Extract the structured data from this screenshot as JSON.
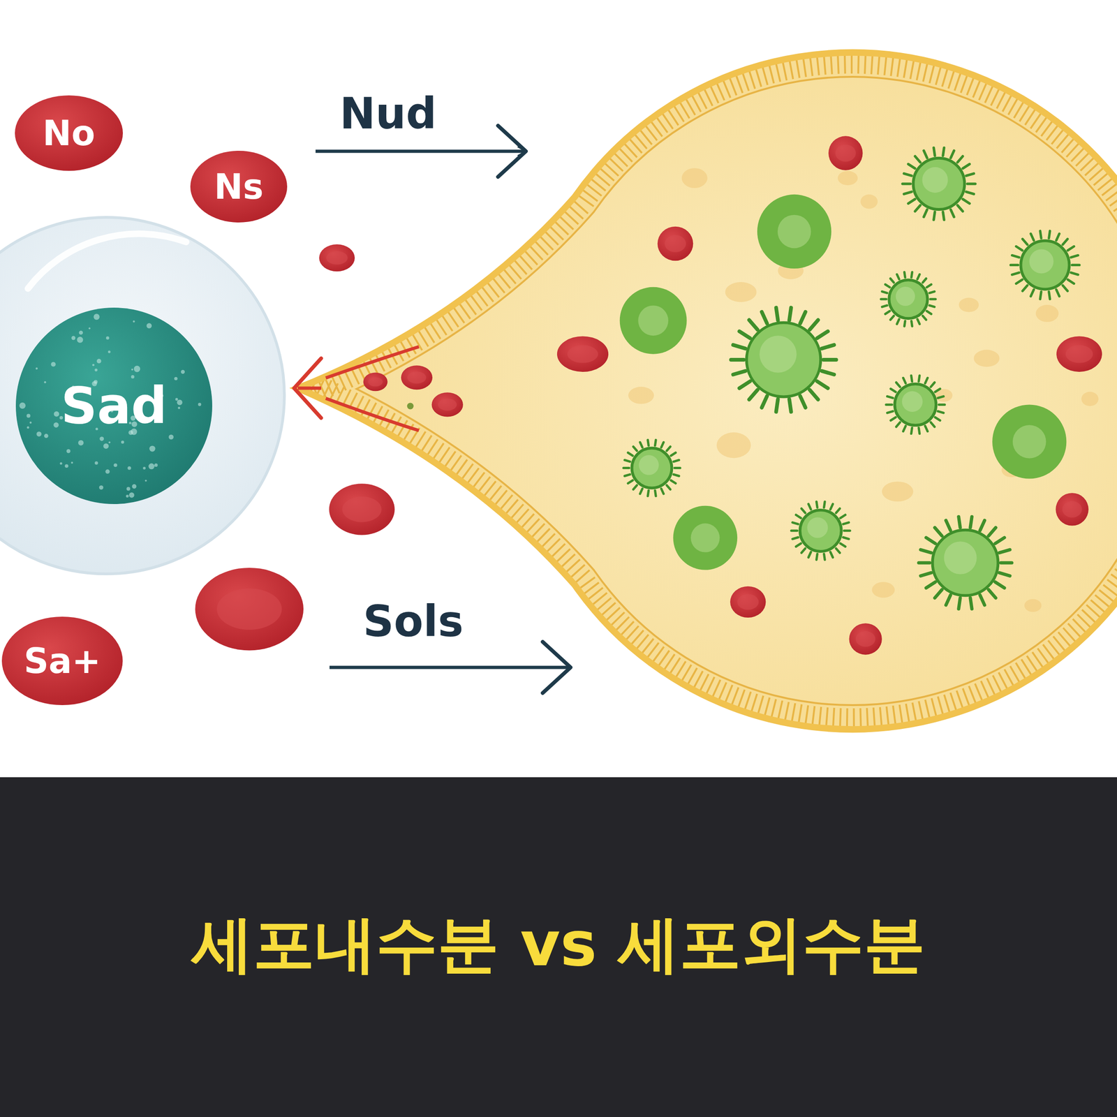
{
  "diagram": {
    "title": "세포내수분 vs 세포외수분",
    "nodes": [
      {
        "text": [
          "No"
        ]
      },
      {
        "text": [
          "Ns"
        ]
      },
      {
        "text": [
          "Sad"
        ]
      },
      {
        "text": [
          "Sa+"
        ]
      }
    ],
    "labels": [
      "Nud",
      "Sols"
    ]
  }
}
